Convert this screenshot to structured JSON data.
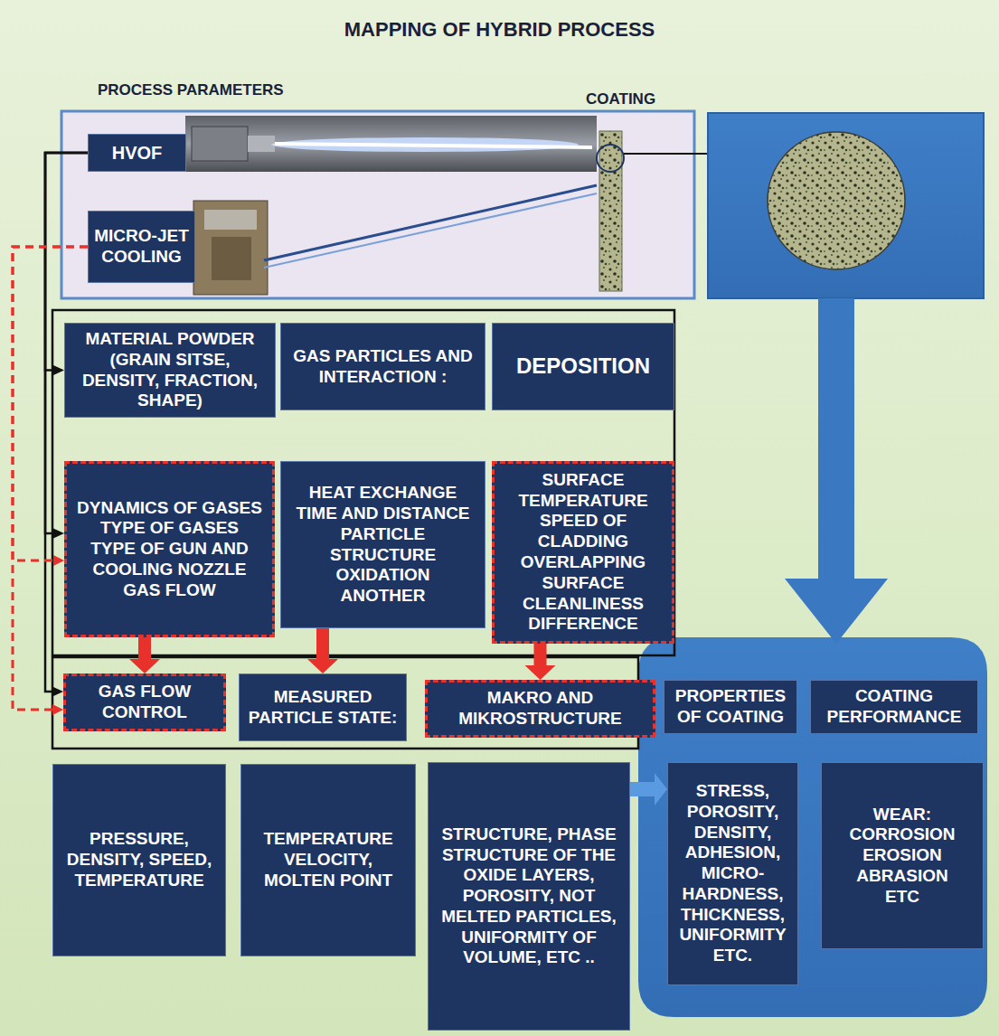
{
  "diagram": {
    "title": "MAPPING OF HYBRID PROCESS",
    "nodes": [
      {
        "text": [
          "HVOF"
        ]
      },
      {
        "text": [
          "MICRO-JET COOLING"
        ]
      },
      {
        "text": [
          "MATERIAL POWDER (GRAIN SITSE, DENSITY, FRACTION, SHAPE)"
        ]
      },
      {
        "text": [
          "GAS PARTICLES AND INTERACTION :"
        ]
      },
      {
        "text": [
          "DEPOSITION"
        ]
      },
      {
        "text": [
          "DYNAMICS OF GASES",
          "TYPE OF GASES",
          "TYPE OF GUN AND COOLING NOZZLE",
          "GAS FLOW"
        ]
      },
      {
        "text": [
          "HEAT EXCHANGE",
          "TIME AND DISTANCE",
          "PARTICLE STRUCTURE",
          "OXIDATION",
          "ANOTHER"
        ]
      },
      {
        "text": [
          "SURFACE TEMPERATURE",
          "SPEED OF CLADDING",
          "OVERLAPPING",
          "SURFACE CLEANLINESS",
          "DIFFERENCE"
        ]
      },
      {
        "text": [
          "GAS FLOW CONTROL"
        ]
      },
      {
        "text": [
          "MEASURED PARTICLE STATE:"
        ]
      },
      {
        "text": [
          "MAKRO AND MIKROSTRUCTURE"
        ]
      },
      {
        "text": [
          "PROPERTIES OF COATING"
        ]
      },
      {
        "text": [
          "COATING PERFORMANCE"
        ]
      },
      {
        "text": [
          "PRESSURE, DENSITY, SPEED, TEMPERATURE"
        ]
      },
      {
        "text": [
          "TEMPERATURE VELOCITY, MOLTEN POINT"
        ]
      },
      {
        "text": [
          "STRUCTURE, PHASE STRUCTURE OF THE OXIDE LAYERS, POROSITY, NOT MELTED PARTICLES, UNIFORMITY OF VOLUME, ETC .."
        ]
      },
      {
        "text": [
          "STRESS, POROSITY, DENSITY, ADHESION, MICRO-HARDNESS, THICKNESS, UNIFORMITY ETC."
        ]
      },
      {
        "text": [
          "WEAR:",
          "CORROSION",
          "EROSION",
          "ABRASION",
          "ETC"
        ]
      }
    ],
    "edges": [
      {
        "from": 0,
        "to": 2,
        "arrow": "to"
      },
      {
        "from": 0,
        "to": 5,
        "arrow": "to"
      },
      {
        "from": 0,
        "to": 8,
        "arrow": "to"
      },
      {
        "from": 1,
        "to": 5,
        "arrow": "to"
      },
      {
        "from": 1,
        "to": 8,
        "arrow": "to"
      },
      {
        "from": 5,
        "to": 8,
        "arrow": "to"
      },
      {
        "from": 6,
        "to": 9,
        "arrow": "to"
      },
      {
        "from": 7,
        "to": 10,
        "arrow": "to"
      },
      {
        "from": 15,
        "to": 16,
        "arrow": "to"
      }
    ],
    "labels": [
      "PROCESS PARAMETERS",
      "COATING"
    ]
  }
}
